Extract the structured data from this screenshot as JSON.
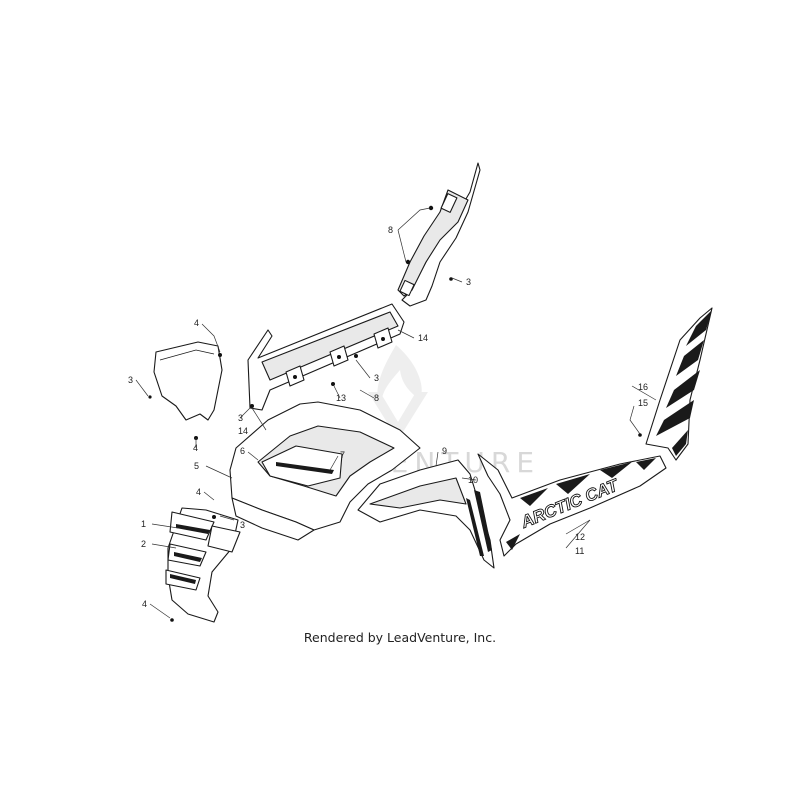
{
  "caption": "Rendered by LeadVenture, Inc.",
  "watermark": {
    "text": "LEADVENTURE",
    "color": "#d8d8d8"
  },
  "decal": {
    "text": "ARCTIC CAT"
  },
  "callouts": {
    "c1": "1",
    "c2": "2",
    "c3a": "3",
    "c3b": "3",
    "c3c": "3",
    "c3d": "3",
    "c3e": "3",
    "c4a": "4",
    "c4b": "4",
    "c4c": "4",
    "c4d": "4",
    "c5": "5",
    "c6": "6",
    "c7": "7",
    "c8a": "8",
    "c8b": "8",
    "c9": "9",
    "c10": "10",
    "c11": "11",
    "c12": "12",
    "c13": "13",
    "c14a": "14",
    "c14b": "14",
    "c15": "15",
    "c16": "16"
  }
}
